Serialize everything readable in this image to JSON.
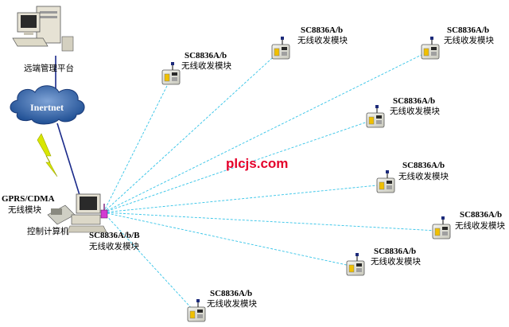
{
  "platform": {
    "label": "远端管理平台"
  },
  "internet": {
    "label": "Inertnet"
  },
  "gprs": {
    "line1": "GPRS/CDMA",
    "line2": "无线模块"
  },
  "control_pc": {
    "label": "控制计算机"
  },
  "master_module": {
    "code": "SC8836A/b/B",
    "name": "无线收发模块"
  },
  "watermark": "plcjs.com",
  "modules": [
    {
      "code": "SC8836A/b",
      "name": "无线收发模块"
    },
    {
      "code": "SC8836A/b",
      "name": "无线收发模块"
    },
    {
      "code": "SC8836A/b",
      "name": "无线收发模块"
    },
    {
      "code": "SC8836A/b",
      "name": "无线收发模块"
    },
    {
      "code": "SC8836A/b",
      "name": "无线收发模块"
    },
    {
      "code": "SC8836A/b",
      "name": "无线收发模块"
    },
    {
      "code": "SC8836A/b",
      "name": "无线收发模块"
    },
    {
      "code": "SC8836A/b",
      "name": "无线收发模块"
    }
  ],
  "colors": {
    "link": "#34c4e8",
    "cable": "#1a2a8a",
    "lightning": "#d8e600",
    "cloud": "#2f5fa8",
    "watermark": "#e4002b"
  }
}
